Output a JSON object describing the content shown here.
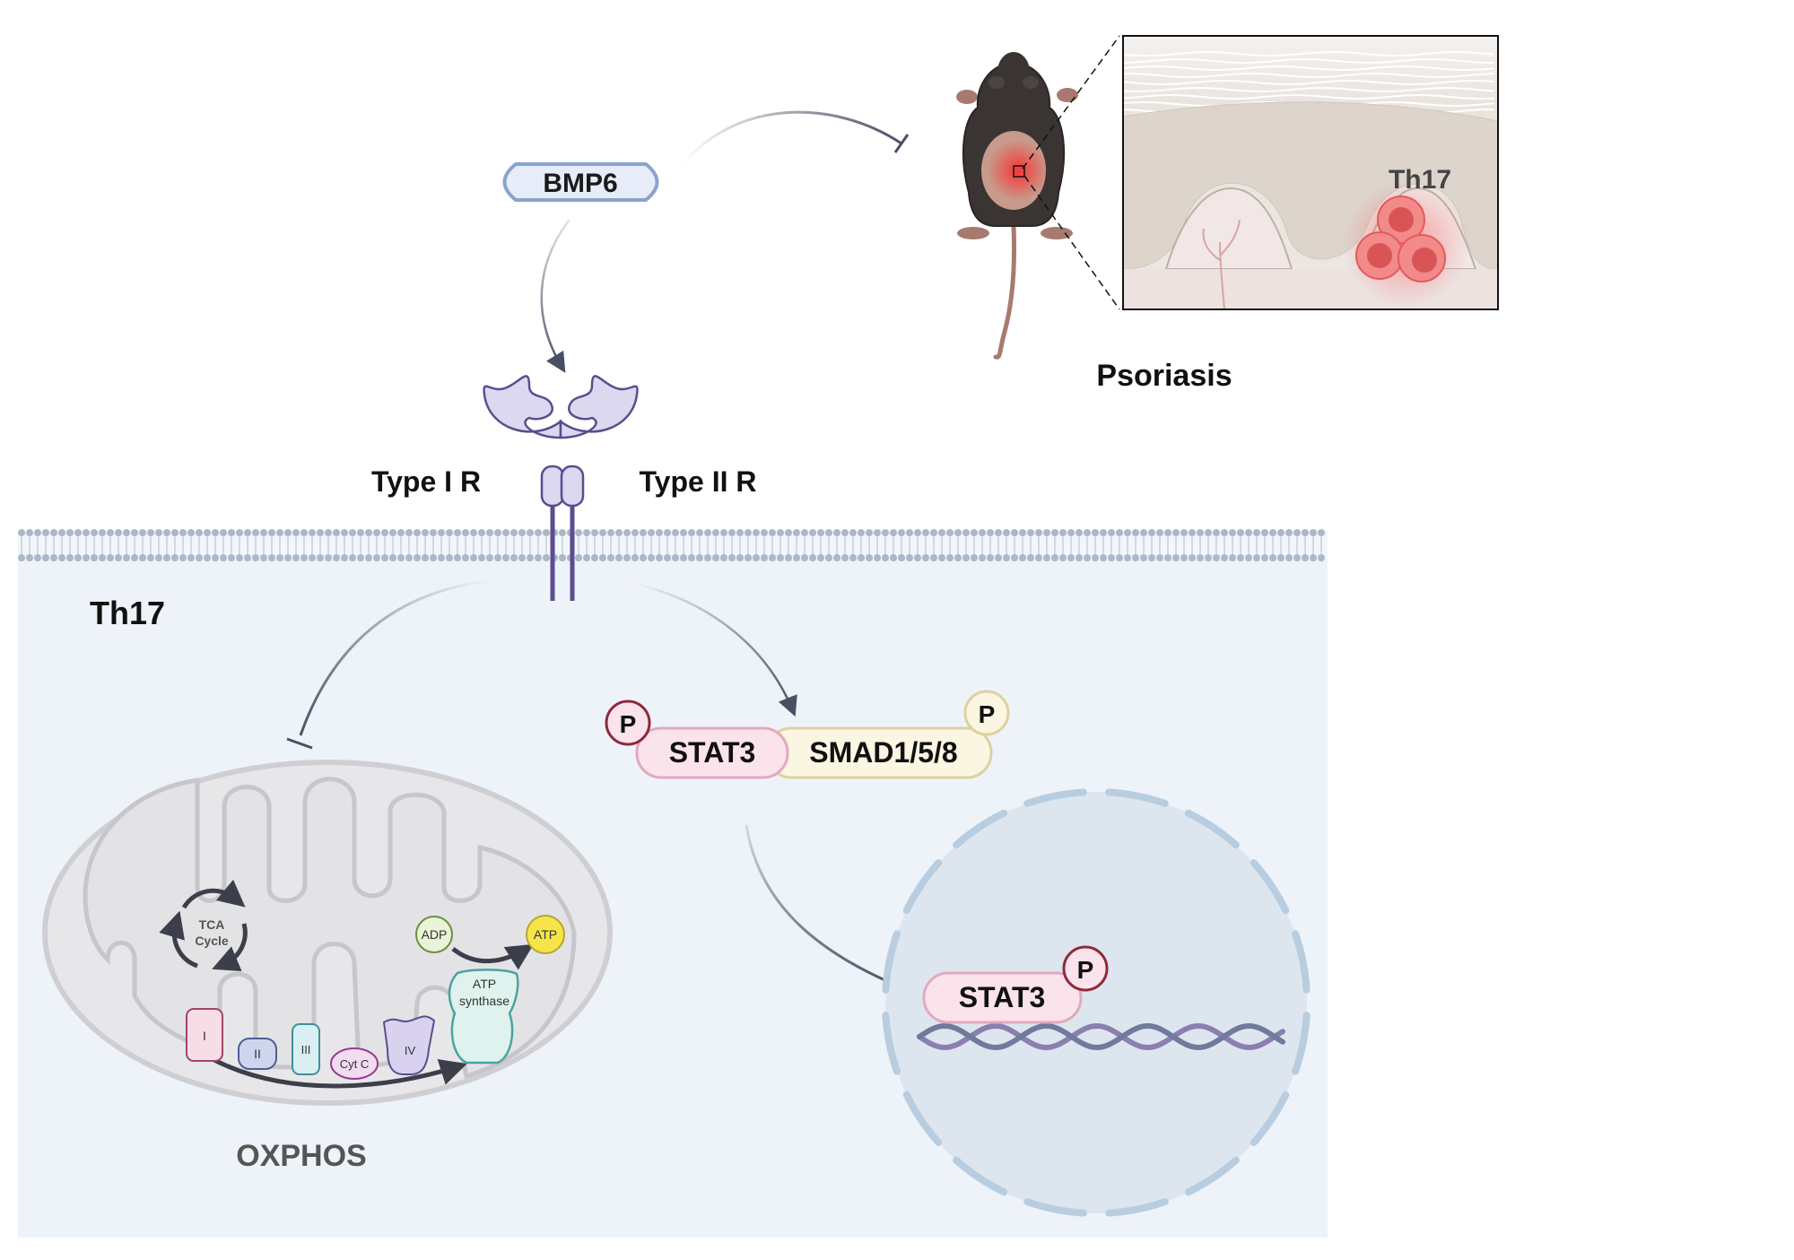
{
  "ligand": {
    "label": "BMP6"
  },
  "receptors": {
    "type1_label": "Type I R",
    "type2_label": "Type II R"
  },
  "cell": {
    "label": "Th17"
  },
  "disease": {
    "label": "Psoriasis",
    "inset_cell_label": "Th17"
  },
  "mitochondrion": {
    "tca_label_line1": "TCA",
    "tca_label_line2": "Cycle",
    "adp_label": "ADP",
    "atp_label": "ATP",
    "atp_synthase_line1": "ATP",
    "atp_synthase_line2": "synthase",
    "complexes": [
      "I",
      "II",
      "III",
      "Cyt C",
      "IV"
    ],
    "process_label": "OXPHOS"
  },
  "signaling": {
    "phospho_label": "P",
    "stat3_label": "STAT3",
    "smad_label": "SMAD1/5/8"
  },
  "nucleus": {
    "stat3_label": "STAT3",
    "phospho_label": "P"
  },
  "colors": {
    "membrane": "#b9c6d6",
    "cytoplasm": "#eef3f9",
    "receptor_fill": "#dcd8ef",
    "receptor_stroke": "#5b4d8f",
    "stat3_fill": "#fbe3ec",
    "stat3_stroke": "#e2a9bf",
    "smad_fill": "#fbf6e2",
    "smad_stroke": "#ddd1a0",
    "phospho_stroke": "#8e2a3c",
    "arrow": "#4a4f63",
    "inflammation": "#e2434b",
    "atp_yellow": "#f5e54a"
  }
}
